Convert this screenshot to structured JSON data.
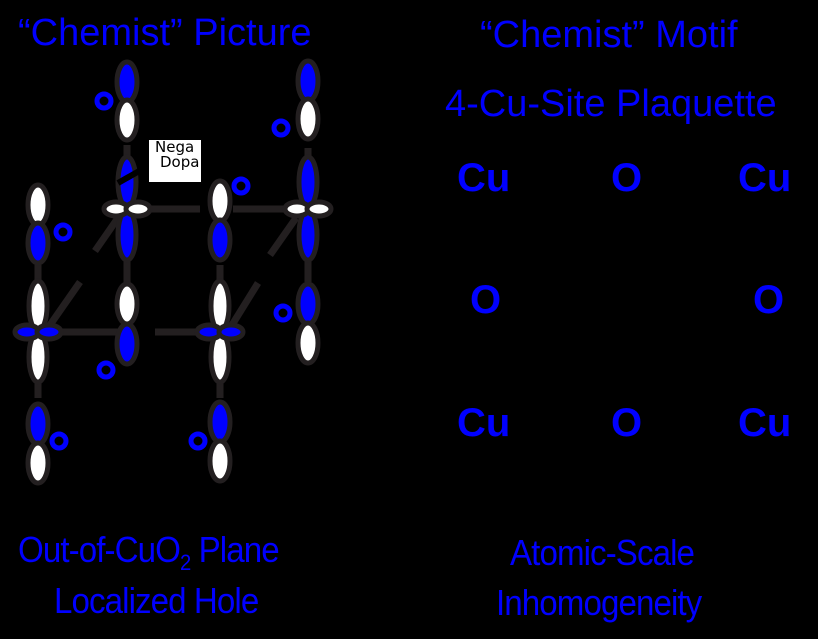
{
  "left_panel": {
    "title": "“Chemist” Picture",
    "annotation": {
      "line1": "Nega",
      "line2": "Dopa"
    },
    "caption": {
      "line1_prefix": "Out-of-CuO",
      "line1_sub": "2",
      "line1_suffix": " Plane",
      "line2": "Localized Hole"
    }
  },
  "right_panel": {
    "title": "“Chemist” Motif",
    "subtitle": "4-Cu-Site Plaquette",
    "grid": {
      "row1": [
        "Cu",
        "O",
        "Cu"
      ],
      "row2": [
        "O",
        "O"
      ],
      "row3": [
        "Cu",
        "O",
        "Cu"
      ]
    },
    "caption": {
      "line1": "Atomic-Scale",
      "line2": "Inhomogeneity"
    }
  },
  "colors": {
    "background": "#000000",
    "text_accent": "#0000ff",
    "orbital_blue": "#0000ff",
    "orbital_white": "#ffffff",
    "bond_gray": "#231f20"
  }
}
